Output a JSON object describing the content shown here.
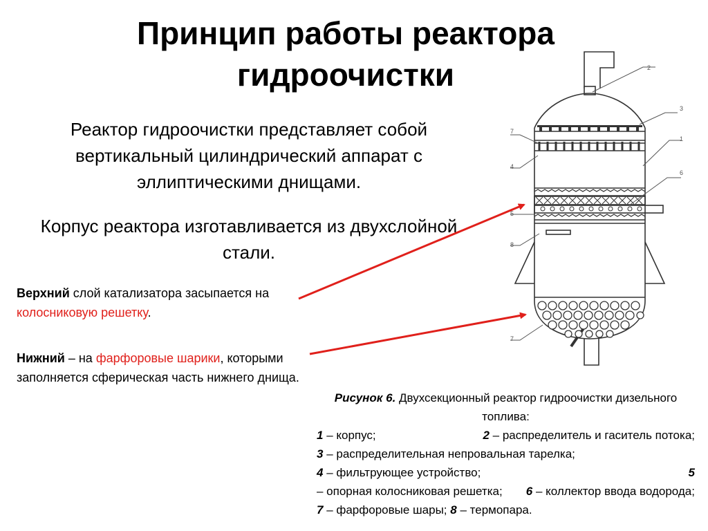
{
  "title": {
    "line1": "Принцип работы реактора",
    "line2": "гидроочистки"
  },
  "intro": {
    "p1": "Реактор гидроочистки представляет собой вертикальный цилиндрический аппарат с эллиптическими днищами.",
    "p2": "Корпус реактора изготавливается из двухслойной стали."
  },
  "upper_layer": {
    "bold": "Верхний",
    "text1": " слой катализатора засыпается на ",
    "highlight": "колосниковую решетку",
    "end": "."
  },
  "lower_layer": {
    "bold": "Нижний",
    "text1": " – на ",
    "highlight": "фарфоровые шарики",
    "text2": ", которыми заполняется сферическая часть нижнего днища."
  },
  "caption": {
    "figure_label": "Рисунок 6.",
    "figure_title": " Двухсекционный реактор гидроочистки дизельного топлива:",
    "items": [
      {
        "num": "1",
        "text": " – корпус;"
      },
      {
        "num": "2",
        "text": " – распределитель и гаситель потока;"
      },
      {
        "num": "3",
        "text": " – распределительная непровальная тарелка;"
      },
      {
        "num": "4",
        "text": " – фильтрующее устройство;"
      },
      {
        "num": "5",
        "text": " – опорная колосниковая решетка;"
      },
      {
        "num": "6",
        "text": " – коллектор ввода водорода;"
      },
      {
        "num": "7",
        "text": " – фарфоровые шары;"
      },
      {
        "num": "8",
        "text": " – термопара."
      }
    ]
  },
  "diagram_labels": {
    "l1": "1",
    "l2": "2",
    "l3": "3",
    "l4": "4",
    "l5": "5",
    "l6": "6",
    "l7a": "7",
    "l7b": "7",
    "l8": "8"
  },
  "colors": {
    "arrow": "#e0201b",
    "highlight": "#e0201b",
    "drawing": "#333333"
  }
}
